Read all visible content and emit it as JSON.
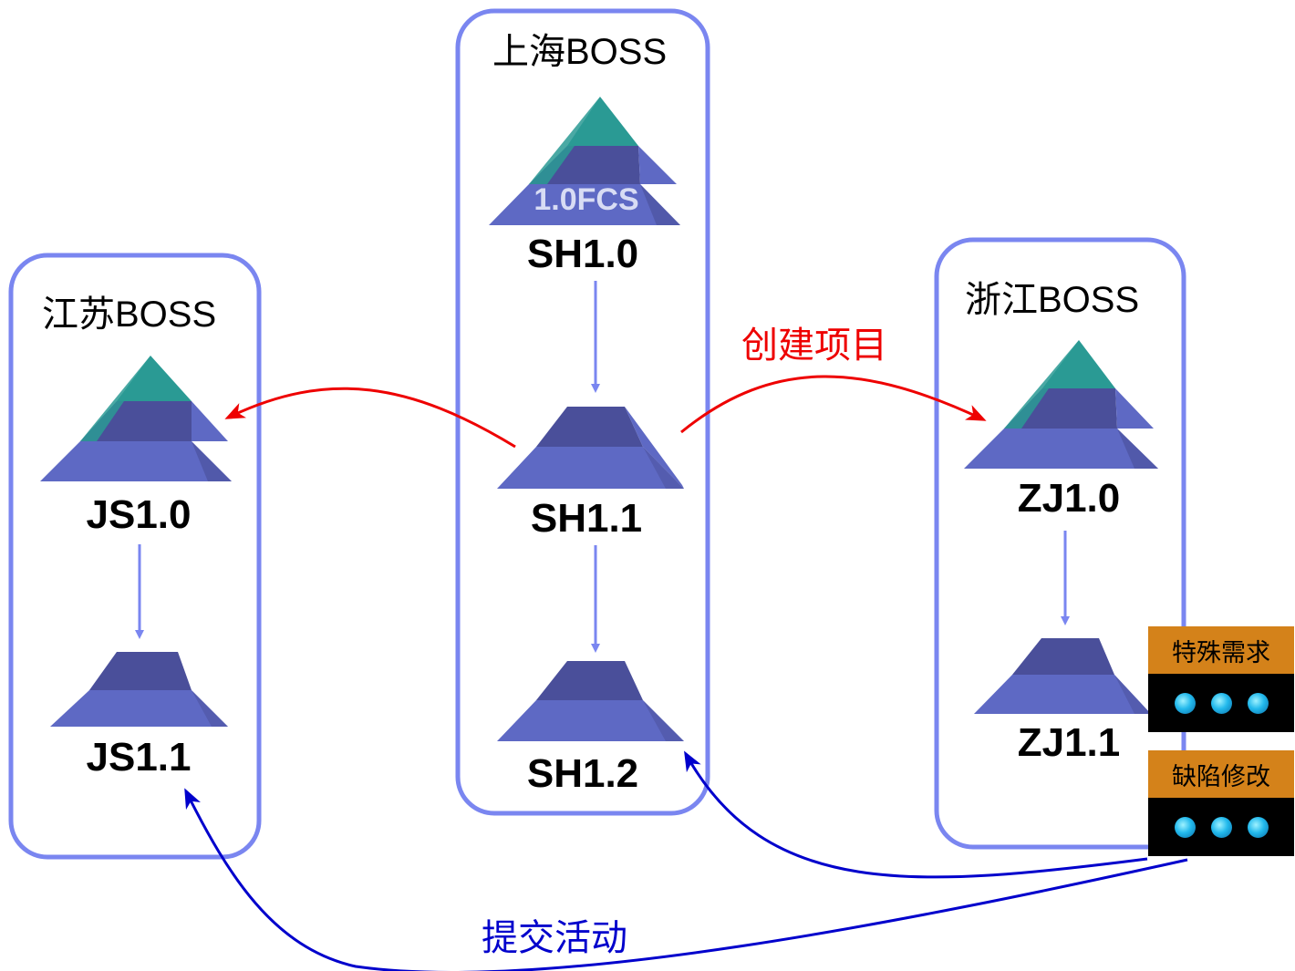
{
  "groups": {
    "shanghai": {
      "title": "上海BOSS"
    },
    "jiangsu": {
      "title": "江苏BOSS"
    },
    "zhejiang": {
      "title": "浙江BOSS"
    }
  },
  "nodes": {
    "sh10": {
      "label": "SH1.0",
      "stamp": "1.0FCS"
    },
    "sh11": {
      "label": "SH1.1"
    },
    "sh12": {
      "label": "SH1.2"
    },
    "js10": {
      "label": "JS1.0"
    },
    "js11": {
      "label": "JS1.1"
    },
    "zj10": {
      "label": "ZJ1.0"
    },
    "zj11": {
      "label": "ZJ1.1"
    }
  },
  "annotations": {
    "create_project": "创建项目",
    "submit_activity": "提交活动"
  },
  "activities": [
    {
      "label": "特殊需求",
      "dots": 3
    },
    {
      "label": "缺陷修改",
      "dots": 3
    }
  ],
  "colors": {
    "box_border": "#7a86f0",
    "teal": "#2a9a94",
    "dark_slate": "#4a4f9a",
    "periwinkle": "#5e69c4",
    "create_arrow": "#ee0000",
    "submit_arrow": "#0000cc",
    "activity_header": "#d4821a"
  }
}
